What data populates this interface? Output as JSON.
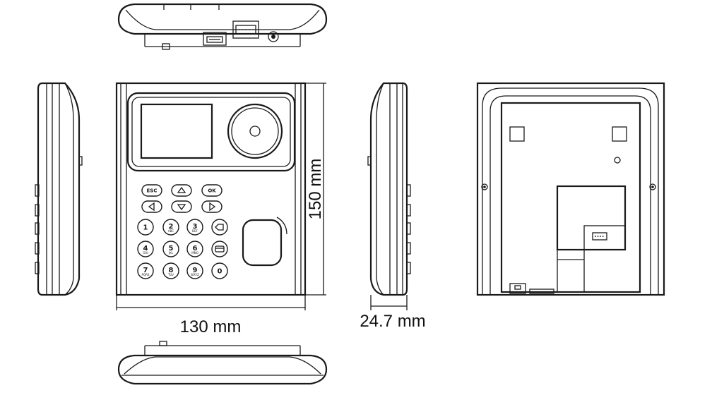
{
  "dimensions": {
    "width_label": "130 mm",
    "height_label": "150 mm",
    "depth_label": "24.7 mm"
  },
  "keypad": {
    "nav_keys": [
      {
        "label": "ESC",
        "icon": "esc"
      },
      {
        "label": "",
        "icon": "arrow-up"
      },
      {
        "label": "OK",
        "icon": "ok"
      },
      {
        "label": "",
        "icon": "arrow-left"
      },
      {
        "label": "",
        "icon": "arrow-down"
      },
      {
        "label": "",
        "icon": "arrow-right"
      }
    ],
    "digit_keys": [
      {
        "num": "1",
        "sub": ""
      },
      {
        "num": "2",
        "sub": "ABC"
      },
      {
        "num": "3",
        "sub": "DEF"
      },
      {
        "num": "",
        "sub": "",
        "icon": "backspace"
      },
      {
        "num": "4",
        "sub": "GHI"
      },
      {
        "num": "5",
        "sub": "JKL"
      },
      {
        "num": "6",
        "sub": "MNO"
      },
      {
        "num": "",
        "sub": "",
        "icon": "card"
      },
      {
        "num": "7",
        "sub": "PQRS"
      },
      {
        "num": "8",
        "sub": "TUV"
      },
      {
        "num": "9",
        "sub": "WXYZ"
      },
      {
        "num": "0",
        "sub": ""
      }
    ]
  }
}
